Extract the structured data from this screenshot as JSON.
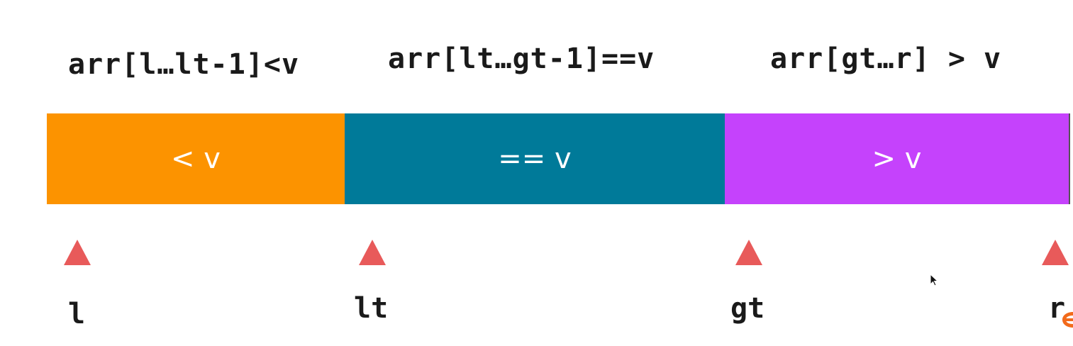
{
  "captions": [
    "arr[l…lt-1]<v",
    "arr[lt…gt-1]==v",
    "arr[gt…r] > v"
  ],
  "segments": [
    {
      "label": "< v",
      "color": "#fc9300"
    },
    {
      "label": "== v",
      "color": "#007a99"
    },
    {
      "label": "> v",
      "color": "#c542fc"
    }
  ],
  "pointers": [
    "l",
    "lt",
    "gt",
    "r"
  ],
  "marker_color": "#e85a5a",
  "icons": {
    "cursor": "mouse-pointer-icon",
    "logo": "corner-logo-icon"
  }
}
